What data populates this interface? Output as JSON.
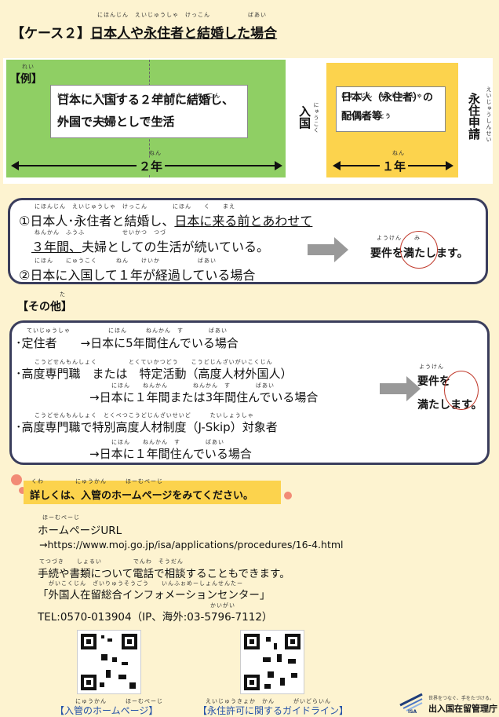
{
  "title": {
    "furigana": "にほんじん　えいじゅうしゃ　けっこん　　　　　　ばあい",
    "case_label": "【ケース２】",
    "main": "日本人や永住者と結婚した場合"
  },
  "example": {
    "label": "【例】",
    "label_furigana": "れい",
    "box_line1": "日本に入国する２年前に結婚し、",
    "box_line1_furigana": "にほん　　　にゅうこく　　　　　ねんまえ　　けっこん",
    "box_line2": "外国で夫婦として生活",
    "box_line2_furigana": "がいこく　　ふうふ　　　　　せいかつ",
    "span_left": "２年",
    "span_left_furigana": "ねん",
    "entry_label": "入国",
    "entry_furigana": "にゅうこく",
    "spouse_line1": "日本人（永住者）の",
    "spouse_line1_furigana": "にほんじん　えいじゅうしゃ",
    "spouse_line2": "配偶者等",
    "spouse_line2_furigana": "はいぐうしゃとう",
    "span_right": "１年",
    "span_right_furigana": "ねん",
    "apply_label": "永住申請",
    "apply_furigana": "えいじゅうしんせい"
  },
  "case1": {
    "line1_furigana": "にほんじん　えいじゅうしゃ　けっこん　　　　にほん　　く　　まえ",
    "line1_a": "①日本人･永住者と結婚し、",
    "line1_b": "日本に来る前とあわせて",
    "line2_furigana": "ねんかん　ふうふ　　　　　　せいかつ　つづ",
    "line2_a": "３年間、",
    "line2_b": "夫婦としての生活が続いている。",
    "line3_furigana": "にほん　　にゅうこく　　　ねん　　けいか　　　　　　ばあい",
    "line3": "②日本に入国して１年が経過している場合",
    "result_furigana": "ようけん　　み",
    "result": "要件を満たします。"
  },
  "other": {
    "heading": "【その他】",
    "heading_furigana": "た",
    "item1_furigana": "ていじゅうしゃ　　　　　　にほん　　　ねんかん　す　　　　ばあい",
    "item1_a": "･定住者",
    "item1_b": "→日本に5年間住んでいる場合",
    "item2_furigana": "こうどせんもんしょく　　　　　とくていかつどう　　こうどじんざいがいこくじん",
    "item2": "･高度専門職　または　特定活動（高度人材外国人）",
    "item2b_furigana": "にほん　　ねんかん　　　　ねんかん　す　　　　ばあい",
    "item2b": "→日本に１年間または3年間住んでいる場合",
    "item3_furigana": "こうどせんもんしょく　とくべつこうどじんざいせいど　　　たいしょうしゃ",
    "item3": "･高度専門職で特別高度人材制度（J-Skip）対象者",
    "item3b_furigana": "にほん　　ねんかん　す　　　　ばあい",
    "item3b": "→日本に１年間住んでいる場合",
    "result_furigana": "ようけん",
    "result_line1": "要件を",
    "result_line2": "満たします。"
  },
  "details": {
    "furigana": "くわ　　　　　にゅうかん　　　ほーむぺーじ",
    "text": "詳しくは、入管のホームページをみてください。",
    "hp_furigana": "ほーむぺーじ",
    "hp_label": "ホームページURL",
    "url": "→https://www.moj.go.jp/isa/applications/procedures/16-4.html",
    "phone_furigana": "てつづき　　しょるい　　　　　でんわ　そうだん",
    "phone_text": "手続や書類について電話で相談することもできます。",
    "center_furigana": "がいこくじん　ざいりゅうそうごう　　いんふぉめーしょんせんたー",
    "center": "「外国人在留総合インフォメーションセンター」",
    "tel_furigana": "かいがい",
    "tel": "TEL:0570-013904（IP、海外:03-5796-7112）"
  },
  "qr": {
    "left_caption_furigana": "にゅうかん　　　ほーむぺーじ",
    "left_caption": "【入管のホームページ】",
    "right_caption_furigana": "えいじゅうきょか　かん　　　がいどらいん",
    "right_caption": "【永住許可に関するガイドライン】"
  },
  "logo": {
    "slogan": "世界をつなぐ、手をたづける。",
    "name": "出入国在留管理庁",
    "mark": "ISA"
  },
  "colors": {
    "background": "#fdf3d0",
    "green": "#8fcf64",
    "yellow": "#fcd34d",
    "border": "#3a3d5c",
    "circle": "#c0392b",
    "caption_blue": "#2451a8"
  }
}
